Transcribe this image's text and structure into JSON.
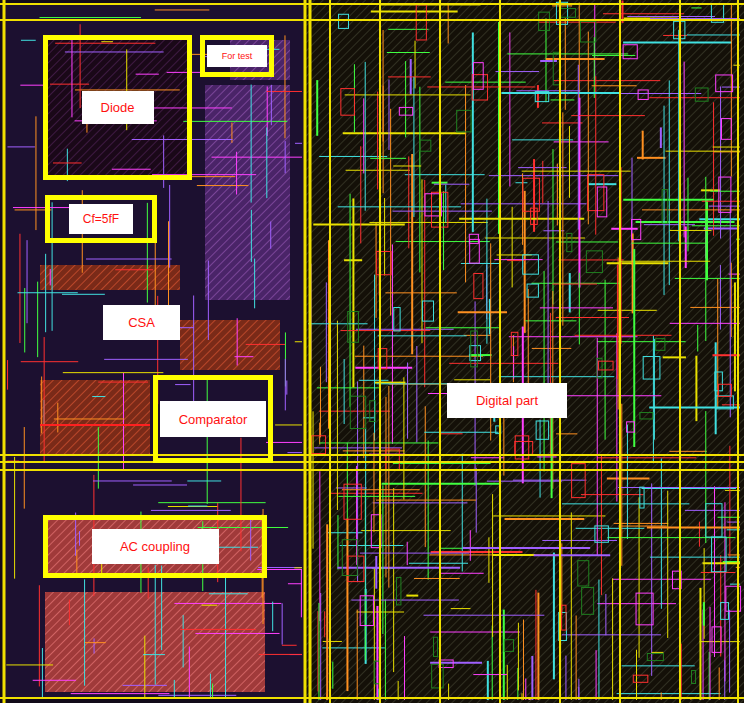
{
  "diagram": {
    "nodes": [
      {
        "text": [
          "Diode"
        ]
      },
      {
        "text": [
          "For test"
        ]
      },
      {
        "text": [
          "Cf=5fF"
        ]
      },
      {
        "text": [
          "Comparator"
        ]
      },
      {
        "text": [
          "AC coupling"
        ]
      }
    ],
    "labels": [
      "CSA",
      "Digital part"
    ]
  }
}
